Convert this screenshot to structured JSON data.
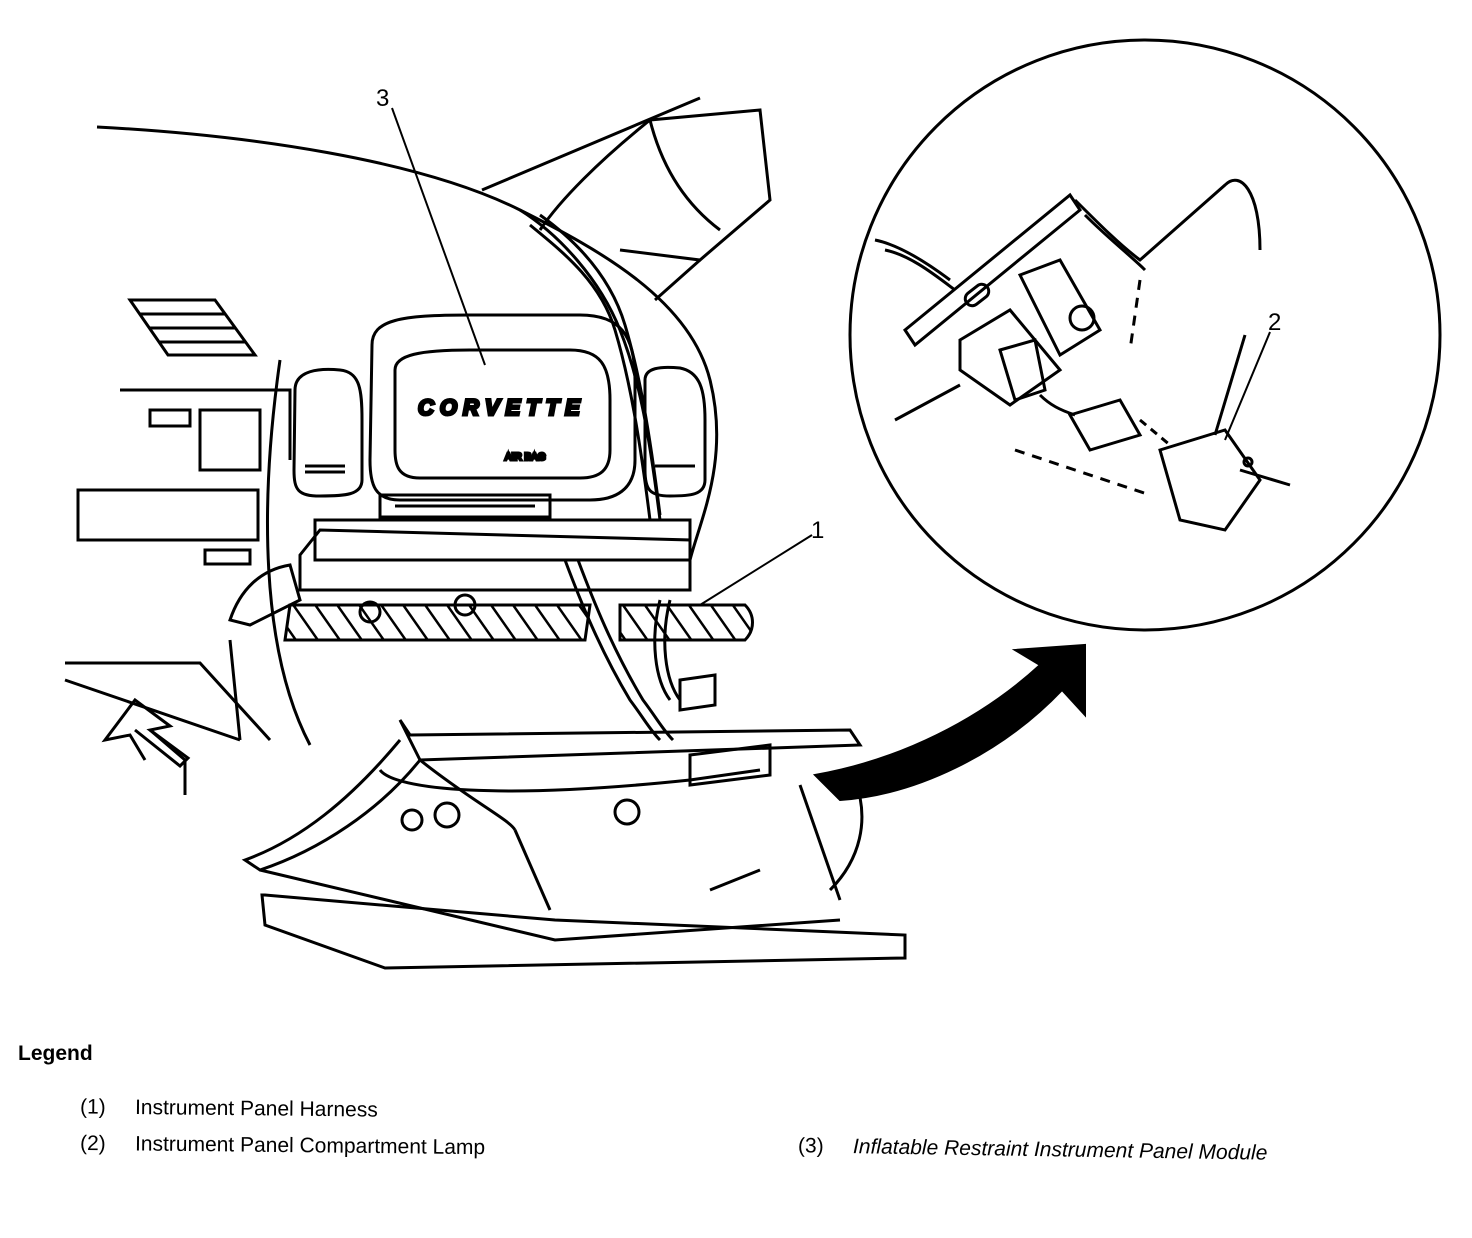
{
  "callouts": {
    "c1": "1",
    "c2": "2",
    "c3": "3"
  },
  "airbag_cover": {
    "brand": "CORVETTE",
    "small": "AIR BAG"
  },
  "legend": {
    "title": "Legend",
    "items": [
      {
        "num": "(1)",
        "text": "Instrument Panel Harness"
      },
      {
        "num": "(2)",
        "text": "Instrument Panel Compartment Lamp"
      },
      {
        "num": "(3)",
        "text": "Inflatable Restraint Instrument Panel Module"
      }
    ]
  }
}
